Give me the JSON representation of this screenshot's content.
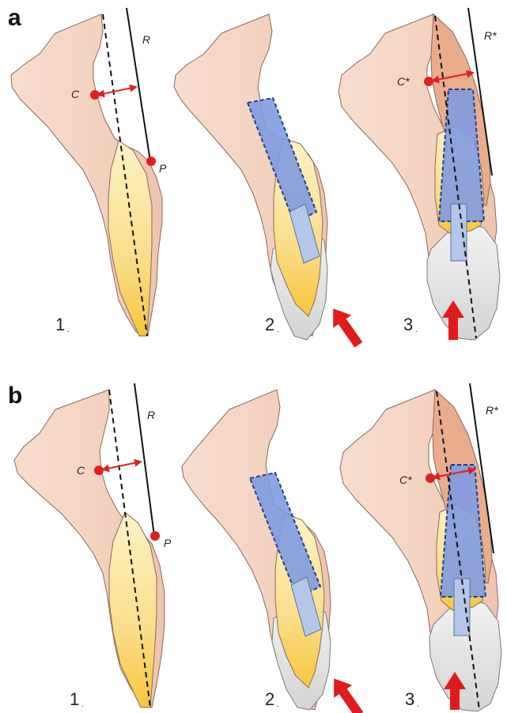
{
  "figure": {
    "panels": [
      {
        "letter": "a",
        "steps": [
          {
            "number": "1",
            "point_labels": [
              "C",
              "P"
            ],
            "line_label": "R"
          },
          {
            "number": "2"
          },
          {
            "number": "3",
            "point_labels": [
              "C*"
            ],
            "line_label": "R*"
          }
        ]
      },
      {
        "letter": "b",
        "steps": [
          {
            "number": "1",
            "point_labels": [
              "C",
              "P"
            ],
            "line_label": "R"
          },
          {
            "number": "2"
          },
          {
            "number": "3",
            "point_labels": [
              "C*"
            ],
            "line_label": "R*"
          }
        ]
      }
    ],
    "colors": {
      "bone": "#f4d2c2",
      "bone_dark": "#e9ad8c",
      "tooth_crown": "#f9d46a",
      "crown_cap": "#dcdcdc",
      "implant": "#7f9be0",
      "abutment": "#b4c7ea",
      "marker": "#e02020",
      "arrow": "#e11b1b"
    },
    "icons": {
      "point_marker": "circle-dot",
      "force_arrow": "thick-up-arrow",
      "distance_arrow": "double-headed-arrow"
    }
  }
}
